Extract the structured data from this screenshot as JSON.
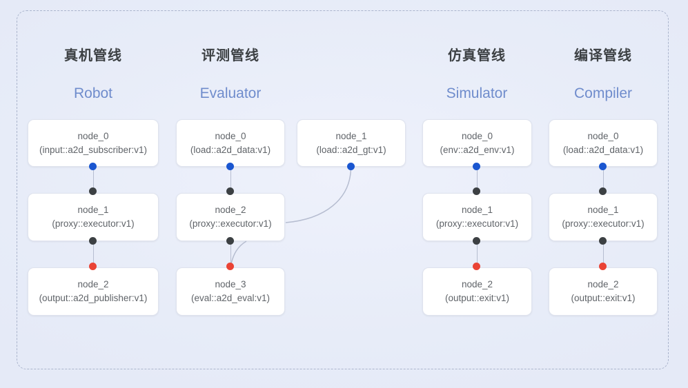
{
  "frame": {
    "style": "dashed-rounded-rectangle",
    "border_color": "#aab4cc"
  },
  "canvas": {
    "background_color": "#e9edf9"
  },
  "palette": {
    "node_bg": "#ffffff",
    "node_border": "#dfe3ee",
    "text": "#5f6368",
    "title": "#3c4043",
    "subtitle": "#6f8ccc",
    "dot_blue": "#1a56d0",
    "dot_black": "#3c4043",
    "dot_red": "#ea4335",
    "edge": "#b6bdd0"
  },
  "columns": [
    {
      "title_cn": "真机管线",
      "title_en": "Robot",
      "nodes": [
        {
          "name": "node_0",
          "type": "(input::a2d_subscriber:v1)"
        },
        {
          "name": "node_1",
          "type": "(proxy::executor:v1)"
        },
        {
          "name": "node_2",
          "type": "(output::a2d_publisher:v1)"
        }
      ]
    },
    {
      "title_cn": "评测管线",
      "title_en": "Evaluator",
      "nodes": [
        {
          "name": "node_0",
          "type": "(load::a2d_data:v1)"
        },
        {
          "name": "node_1",
          "type": "(load::a2d_gt:v1)"
        },
        {
          "name": "node_2",
          "type": "(proxy::executor:v1)"
        },
        {
          "name": "node_3",
          "type": "(eval::a2d_eval:v1)"
        }
      ]
    },
    {
      "title_cn": "仿真管线",
      "title_en": "Simulator",
      "nodes": [
        {
          "name": "node_0",
          "type": "(env::a2d_env:v1)"
        },
        {
          "name": "node_1",
          "type": "(proxy::executor:v1)"
        },
        {
          "name": "node_2",
          "type": "(output::exit:v1)"
        }
      ]
    },
    {
      "title_cn": "编译管线",
      "title_en": "Compiler",
      "nodes": [
        {
          "name": "node_0",
          "type": "(load::a2d_data:v1)"
        },
        {
          "name": "node_1",
          "type": "(proxy::executor:v1)"
        },
        {
          "name": "node_2",
          "type": "(output::exit:v1)"
        }
      ]
    }
  ]
}
